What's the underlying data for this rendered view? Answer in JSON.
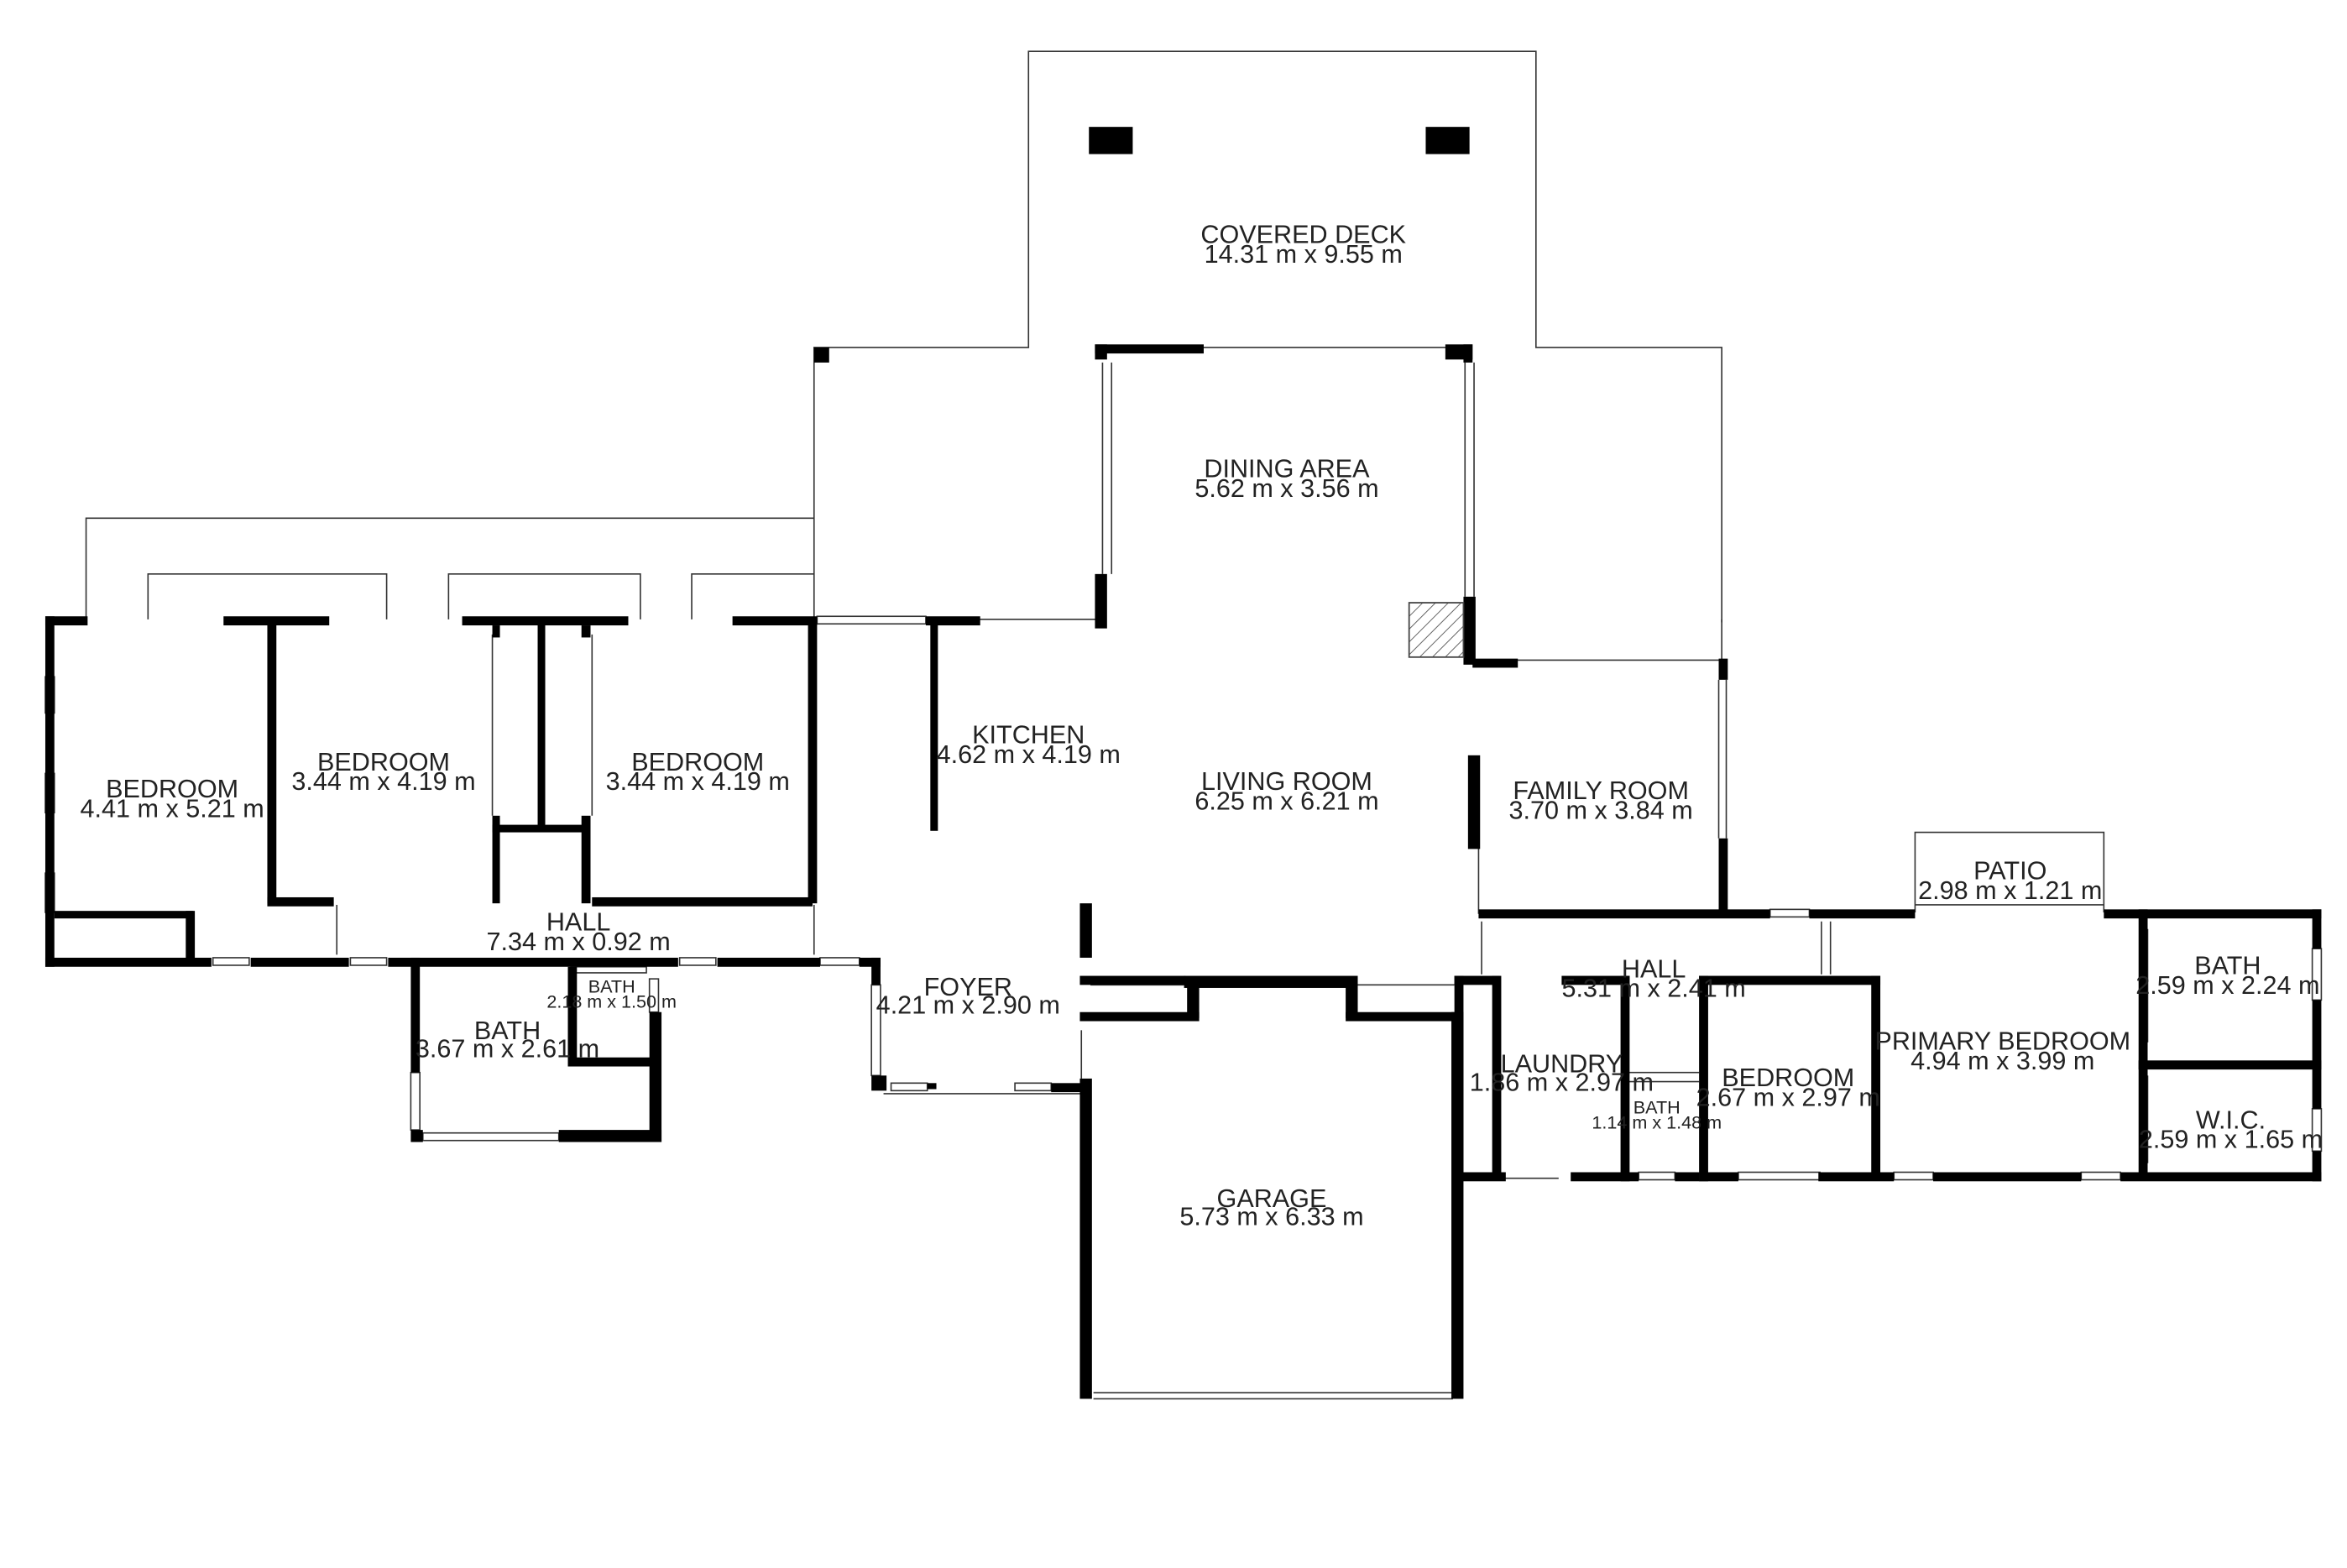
{
  "rooms": [
    {
      "id": "covered-deck",
      "name": "COVERED DECK",
      "dims": "14.31 m x 9.55 m"
    },
    {
      "id": "dining-area",
      "name": "DINING AREA",
      "dims": "5.62 m x 3.56 m"
    },
    {
      "id": "kitchen",
      "name": "KITCHEN",
      "dims": "4.62 m x 4.19 m"
    },
    {
      "id": "living-room",
      "name": "LIVING ROOM",
      "dims": "6.25 m x 6.21 m"
    },
    {
      "id": "family-room",
      "name": "FAMILY ROOM",
      "dims": "3.70 m x 3.84 m"
    },
    {
      "id": "bedroom-west",
      "name": "BEDROOM",
      "dims": "4.41 m x 5.21 m"
    },
    {
      "id": "bedroom-2",
      "name": "BEDROOM",
      "dims": "3.44 m x 4.19 m"
    },
    {
      "id": "bedroom-3",
      "name": "BEDROOM",
      "dims": "3.44 m x 4.19 m"
    },
    {
      "id": "hall-west",
      "name": "HALL",
      "dims": "7.34 m x 0.92 m"
    },
    {
      "id": "bath-main",
      "name": "BATH",
      "dims": "3.67 m x 2.61 m"
    },
    {
      "id": "bath-small",
      "name": "BATH",
      "dims": "2.18 m x 1.50 m"
    },
    {
      "id": "foyer",
      "name": "FOYER",
      "dims": "4.21 m x 2.90 m"
    },
    {
      "id": "garage",
      "name": "GARAGE",
      "dims": "5.73 m x 6.33 m"
    },
    {
      "id": "patio",
      "name": "PATIO",
      "dims": "2.98 m x 1.21 m"
    },
    {
      "id": "hall-east",
      "name": "HALL",
      "dims": "5.31 m x 2.41 m"
    },
    {
      "id": "laundry",
      "name": "LAUNDRY",
      "dims": "1.86 m x 2.97 m"
    },
    {
      "id": "bath-tiny",
      "name": "BATH",
      "dims": "1.14 m x 1.48 m"
    },
    {
      "id": "bedroom-east",
      "name": "BEDROOM",
      "dims": "2.67 m x 2.97 m"
    },
    {
      "id": "primary-bedroom",
      "name": "PRIMARY BEDROOM",
      "dims": "4.94 m x 3.99 m"
    },
    {
      "id": "bath-primary",
      "name": "BATH",
      "dims": "2.59 m x 2.24 m"
    },
    {
      "id": "wic",
      "name": "W.I.C.",
      "dims": "2.59 m x 1.65 m"
    }
  ]
}
